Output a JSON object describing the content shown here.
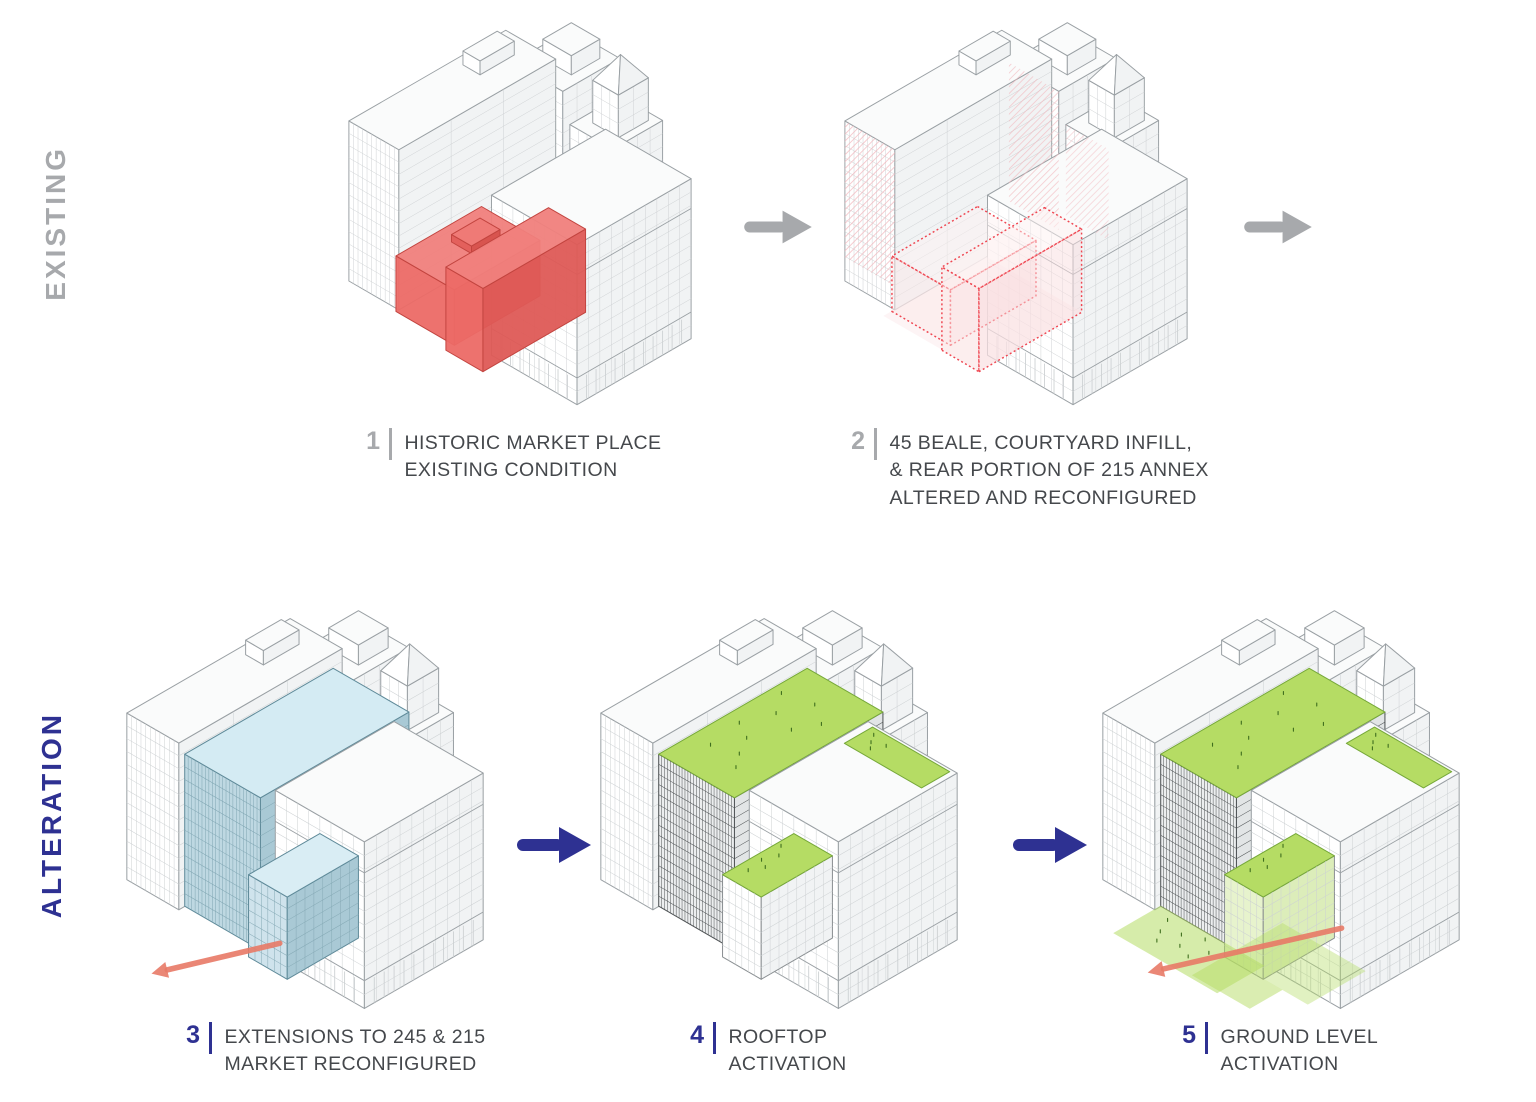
{
  "colors": {
    "bg": "#ffffff",
    "line": "#9aa0a4",
    "line_light": "#cdd1d3",
    "face_white": "#ffffff",
    "face_shade": "#f1f3f4",
    "face_top": "#fafbfb",
    "gray_label": "#a7a9ac",
    "blue_label": "#2e3192",
    "caption_text": "#45484c",
    "red_fill": "#ec6a66",
    "red_side": "#de5a56",
    "red_top": "#f0807c",
    "red_line": "#c2443f",
    "pink_hatch": "#f2b7bd",
    "pink_ghost": "#fbe7e8",
    "dot_red": "#ef4550",
    "blue_glass": "#bed8e2",
    "blue_glass_side": "#a9c9d5",
    "blue_glass_top": "#d4ebf3",
    "blue_glass_line": "#5f8a99",
    "dark_line": "#4e5254",
    "dark_face": "#eceeef",
    "green_fill": "#b5dc64",
    "green_line": "#76a839",
    "green_dark": "#3f6e1e",
    "salmon_arrow": "#e87a67"
  },
  "rows": {
    "existing_label": "EXISTING",
    "alteration_label": "ALTERATION"
  },
  "panels": [
    {
      "num": "1",
      "num_color": "gray",
      "overlay": "red",
      "caption": [
        "HISTORIC MARKET PLACE",
        "EXISTING CONDITION"
      ]
    },
    {
      "num": "2",
      "num_color": "gray",
      "overlay": "ghost",
      "caption": [
        "45 BEALE, COURTYARD INFILL,",
        "& REAR PORTION OF 215 ANNEX",
        "ALTERED AND RECONFIGURED"
      ]
    },
    {
      "num": "3",
      "num_color": "blue",
      "overlay": "blue",
      "caption": [
        "EXTENSIONS TO 245 & 215",
        "MARKET RECONFIGURED"
      ]
    },
    {
      "num": "4",
      "num_color": "blue",
      "overlay": "roof",
      "caption": [
        "ROOFTOP",
        "ACTIVATION"
      ]
    },
    {
      "num": "5",
      "num_color": "blue",
      "overlay": "ground",
      "caption": [
        "GROUND LEVEL",
        "ACTIVATION"
      ]
    }
  ]
}
